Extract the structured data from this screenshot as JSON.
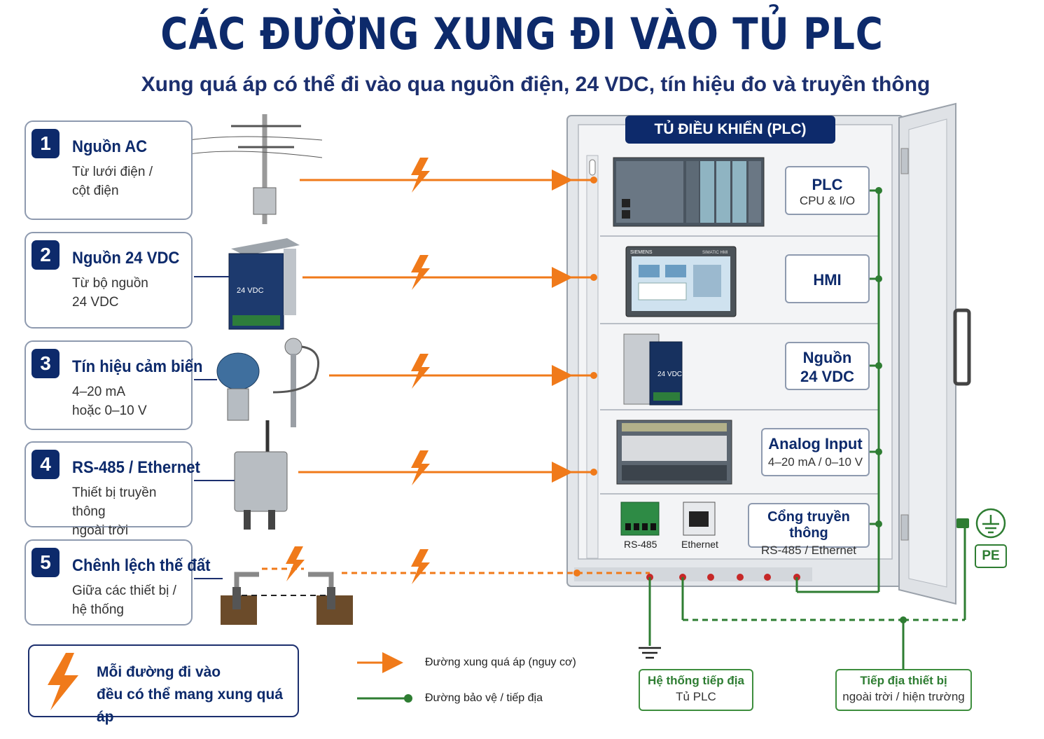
{
  "title": "CÁC ĐƯỜNG XUNG ĐI VÀO TỦ PLC",
  "subtitle": "Xung quá áp có thể đi vào qua nguồn điện, 24 VDC, tín hiệu đo và truyền thông",
  "sources": [
    {
      "num": "1",
      "title": "Nguồn AC",
      "sub": "Từ lưới điện /\ncột điện"
    },
    {
      "num": "2",
      "title": "Nguồn 24 VDC",
      "sub": "Từ bộ nguồn\n24 VDC"
    },
    {
      "num": "3",
      "title": "Tín hiệu cảm biến",
      "sub": "4–20 mA\nhoặc 0–10 V"
    },
    {
      "num": "4",
      "title": "RS-485 / Ethernet",
      "sub": "Thiết bị truyền thông\nngoài trời"
    },
    {
      "num": "5",
      "title": "Chênh lệch thế đất",
      "sub": "Giữa các thiết bị /\nhệ thống"
    }
  ],
  "cabinet": {
    "label": "TỦ ĐIỀU KHIỂN (PLC)",
    "modules": [
      {
        "title": "PLC",
        "sub": "CPU & I/O"
      },
      {
        "title": "HMI",
        "sub": ""
      },
      {
        "title": "Nguồn\n24 VDC",
        "sub": ""
      },
      {
        "title": "Analog Input",
        "sub": "4–20 mA / 0–10 V"
      },
      {
        "title": "Cổng truyền thông",
        "sub": "RS-485 / Ethernet"
      }
    ],
    "device_labels": {
      "power_supply": "24 VDC",
      "hmi_brand": "SIEMENS",
      "hmi_model": "SIMATIC HMI",
      "rs485_port": "RS-485",
      "ethernet_port": "Ethernet",
      "pe_label": "PE"
    }
  },
  "grounding": {
    "cabinet_ground": {
      "title": "Hệ thống tiếp địa",
      "sub": "Tủ PLC"
    },
    "field_ground": {
      "title": "Tiếp địa thiết bị",
      "sub": "ngoài trời / hiện trường"
    }
  },
  "legend": {
    "note": "Mỗi đường đi vào\nđều có thể mang xung quá áp",
    "surge_line": "Đường xung quá áp (nguy cơ)",
    "ground_line": "Đường bảo vệ / tiếp địa"
  },
  "colors": {
    "navy": "#0d2a6b",
    "surge_orange": "#f07a1a",
    "ground_green": "#2e7d32",
    "cabinet_grey": "#d9dde2"
  }
}
